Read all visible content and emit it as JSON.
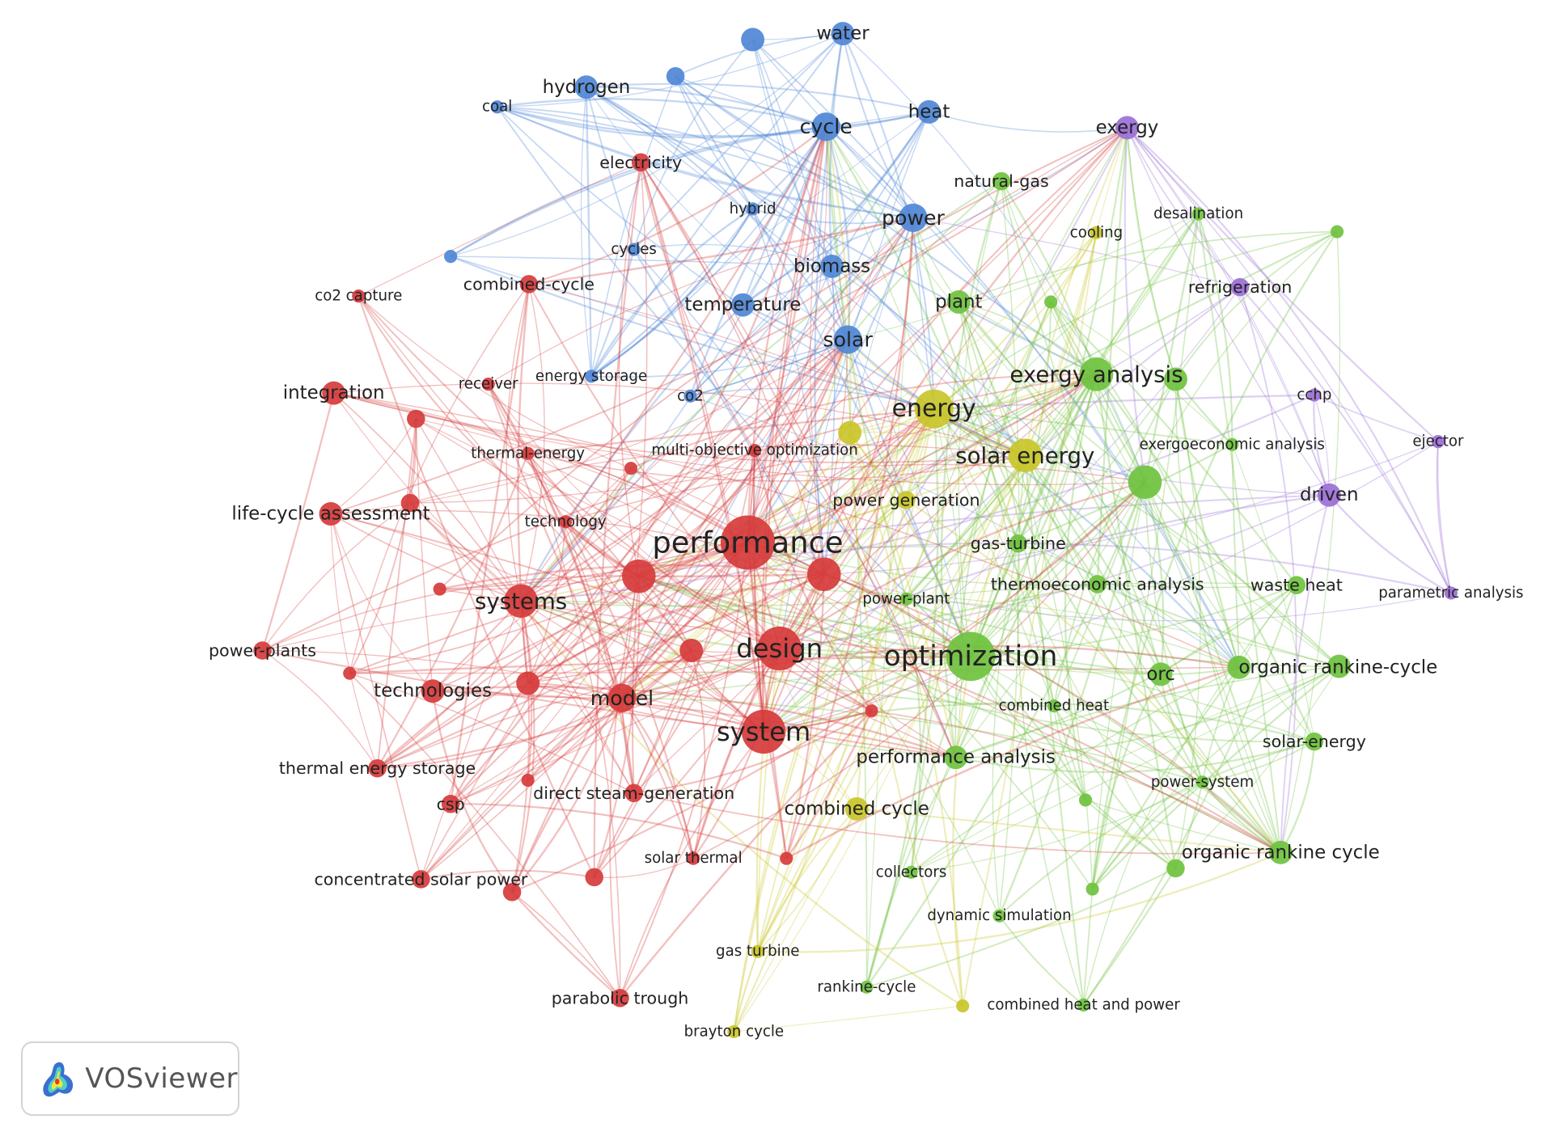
{
  "logo": {
    "text": "VOSviewer",
    "icon": "vosviewer-logo-icon"
  },
  "clusters": {
    "red": "#d63b3b",
    "green": "#6fc23f",
    "blue": "#4f87d6",
    "yellow": "#c9c62a",
    "purple": "#9b6fd6"
  },
  "keywords": [
    {
      "id": "water",
      "label": "water",
      "cluster": "blue",
      "weight": 3
    },
    {
      "id": "b_top",
      "label": "",
      "cluster": "blue",
      "weight": 3
    },
    {
      "id": "hydrogen",
      "label": "hydrogen",
      "cluster": "blue",
      "weight": 3
    },
    {
      "id": "coal",
      "label": "coal",
      "cluster": "blue",
      "weight": 1
    },
    {
      "id": "b_small1",
      "label": "",
      "cluster": "blue",
      "weight": 2
    },
    {
      "id": "cycle",
      "label": "cycle",
      "cluster": "blue",
      "weight": 4
    },
    {
      "id": "heat",
      "label": "heat",
      "cluster": "blue",
      "weight": 3
    },
    {
      "id": "hybrid",
      "label": "hybrid",
      "cluster": "blue",
      "weight": 1
    },
    {
      "id": "power",
      "label": "power",
      "cluster": "blue",
      "weight": 4
    },
    {
      "id": "cycles",
      "label": "cycles",
      "cluster": "blue",
      "weight": 1
    },
    {
      "id": "b_left",
      "label": "",
      "cluster": "blue",
      "weight": 1
    },
    {
      "id": "biomass",
      "label": "biomass",
      "cluster": "blue",
      "weight": 3
    },
    {
      "id": "temperature",
      "label": "temperature",
      "cluster": "blue",
      "weight": 3
    },
    {
      "id": "solar",
      "label": "solar",
      "cluster": "blue",
      "weight": 4
    },
    {
      "id": "energy_storage",
      "label": "energy storage",
      "cluster": "blue",
      "weight": 1
    },
    {
      "id": "co2",
      "label": "co2",
      "cluster": "blue",
      "weight": 1
    },
    {
      "id": "exergy",
      "label": "exergy",
      "cluster": "purple",
      "weight": 3
    },
    {
      "id": "refrigeration",
      "label": "refrigeration",
      "cluster": "purple",
      "weight": 2
    },
    {
      "id": "cchp",
      "label": "cchp",
      "cluster": "purple",
      "weight": 1
    },
    {
      "id": "ejector",
      "label": "ejector",
      "cluster": "purple",
      "weight": 1
    },
    {
      "id": "driven",
      "label": "driven",
      "cluster": "purple",
      "weight": 3
    },
    {
      "id": "parametric_analysis",
      "label": "parametric analysis",
      "cluster": "purple",
      "weight": 1
    },
    {
      "id": "natural_gas",
      "label": "natural-gas",
      "cluster": "green",
      "weight": 2
    },
    {
      "id": "desalination",
      "label": "desalination",
      "cluster": "green",
      "weight": 1
    },
    {
      "id": "g_farright",
      "label": "",
      "cluster": "green",
      "weight": 1
    },
    {
      "id": "plant",
      "label": "plant",
      "cluster": "green",
      "weight": 3
    },
    {
      "id": "g_small1",
      "label": "",
      "cluster": "green",
      "weight": 1
    },
    {
      "id": "exergy_analysis",
      "label": "exergy analysis",
      "cluster": "green",
      "weight": 5
    },
    {
      "id": "g_ea2",
      "label": "",
      "cluster": "green",
      "weight": 3
    },
    {
      "id": "exergoeconomic_analysis",
      "label": "exergoeconomic analysis",
      "cluster": "green",
      "weight": 1
    },
    {
      "id": "g_big",
      "label": "",
      "cluster": "green",
      "weight": 5
    },
    {
      "id": "gas_turbine_g",
      "label": "gas-turbine",
      "cluster": "green",
      "weight": 2
    },
    {
      "id": "thermoeconomic_analysis",
      "label": "thermoeconomic analysis",
      "cluster": "green",
      "weight": 2
    },
    {
      "id": "waste_heat",
      "label": "waste heat",
      "cluster": "green",
      "weight": 2
    },
    {
      "id": "optimization",
      "label": "optimization",
      "cluster": "green",
      "weight": 8
    },
    {
      "id": "orc",
      "label": "orc",
      "cluster": "green",
      "weight": 3
    },
    {
      "id": "organic_rankine_cycle_h",
      "label": "organic rankine-cycle",
      "cluster": "green",
      "weight": 3
    },
    {
      "id": "g_orc_right",
      "label": "",
      "cluster": "green",
      "weight": 3
    },
    {
      "id": "combined_heat",
      "label": "combined heat",
      "cluster": "green",
      "weight": 1
    },
    {
      "id": "performance_analysis",
      "label": "performance analysis",
      "cluster": "green",
      "weight": 3
    },
    {
      "id": "solar_energy_g",
      "label": "solar-energy",
      "cluster": "green",
      "weight": 2
    },
    {
      "id": "power_system",
      "label": "power-system",
      "cluster": "green",
      "weight": 1
    },
    {
      "id": "g_small2",
      "label": "",
      "cluster": "green",
      "weight": 1
    },
    {
      "id": "organic_rankine_cycle",
      "label": "organic rankine cycle",
      "cluster": "green",
      "weight": 3
    },
    {
      "id": "g_orc2",
      "label": "",
      "cluster": "green",
      "weight": 2
    },
    {
      "id": "g_small3",
      "label": "",
      "cluster": "green",
      "weight": 1
    },
    {
      "id": "collectors",
      "label": "collectors",
      "cluster": "green",
      "weight": 1
    },
    {
      "id": "dynamic_simulation",
      "label": "dynamic simulation",
      "cluster": "green",
      "weight": 1
    },
    {
      "id": "rankine_cycle",
      "label": "rankine-cycle",
      "cluster": "green",
      "weight": 1
    },
    {
      "id": "combined_heat_and_power_g",
      "label": "combined heat and power",
      "cluster": "green",
      "weight": 1
    },
    {
      "id": "power_plant_g",
      "label": "power-plant",
      "cluster": "green",
      "weight": 1
    },
    {
      "id": "cooling",
      "label": "cooling",
      "cluster": "yellow",
      "weight": 1
    },
    {
      "id": "energy",
      "label": "energy",
      "cluster": "yellow",
      "weight": 6
    },
    {
      "id": "solar_energy",
      "label": "solar energy",
      "cluster": "yellow",
      "weight": 5
    },
    {
      "id": "y_mid",
      "label": "",
      "cluster": "yellow",
      "weight": 3
    },
    {
      "id": "power_generation",
      "label": "power generation",
      "cluster": "yellow",
      "weight": 2
    },
    {
      "id": "combined_cycle",
      "label": "combined cycle",
      "cluster": "yellow",
      "weight": 3
    },
    {
      "id": "gas_turbine",
      "label": "gas turbine",
      "cluster": "yellow",
      "weight": 1
    },
    {
      "id": "brayton_cycle",
      "label": "brayton cycle",
      "cluster": "yellow",
      "weight": 1
    },
    {
      "id": "combined_heat_and_power",
      "label": "",
      "cluster": "yellow",
      "weight": 1
    },
    {
      "id": "electricity",
      "label": "electricity",
      "cluster": "red",
      "weight": 2
    },
    {
      "id": "combined_cycle_r",
      "label": "combined-cycle",
      "cluster": "red",
      "weight": 2
    },
    {
      "id": "co2_capture",
      "label": "co2 capture",
      "cluster": "red",
      "weight": 1
    },
    {
      "id": "integration",
      "label": "integration",
      "cluster": "red",
      "weight": 3
    },
    {
      "id": "receiver",
      "label": "receiver",
      "cluster": "red",
      "weight": 1
    },
    {
      "id": "r_int2",
      "label": "",
      "cluster": "red",
      "weight": 2
    },
    {
      "id": "thermal_energy",
      "label": "thermal-energy",
      "cluster": "red",
      "weight": 1
    },
    {
      "id": "multi_objective_optimization",
      "label": "multi-objective optimization",
      "cluster": "red",
      "weight": 1
    },
    {
      "id": "r_small_mo",
      "label": "",
      "cluster": "red",
      "weight": 1
    },
    {
      "id": "life_cycle_assessment",
      "label": "life-cycle assessment",
      "cluster": "red",
      "weight": 3
    },
    {
      "id": "r_lca2",
      "label": "",
      "cluster": "red",
      "weight": 2
    },
    {
      "id": "technology",
      "label": "technology",
      "cluster": "red",
      "weight": 1
    },
    {
      "id": "performance",
      "label": "performance",
      "cluster": "red",
      "weight": 9
    },
    {
      "id": "r_perf_l",
      "label": "",
      "cluster": "red",
      "weight": 5
    },
    {
      "id": "r_perf_r",
      "label": "",
      "cluster": "red",
      "weight": 5
    },
    {
      "id": "systems",
      "label": "systems",
      "cluster": "red",
      "weight": 5
    },
    {
      "id": "r_small_sys",
      "label": "",
      "cluster": "red",
      "weight": 1
    },
    {
      "id": "design",
      "label": "design",
      "cluster": "red",
      "weight": 7
    },
    {
      "id": "r_design_l",
      "label": "",
      "cluster": "red",
      "weight": 3
    },
    {
      "id": "power_plants",
      "label": "power-plants",
      "cluster": "red",
      "weight": 2
    },
    {
      "id": "r_pp2",
      "label": "",
      "cluster": "red",
      "weight": 1
    },
    {
      "id": "technologies",
      "label": "technologies",
      "cluster": "red",
      "weight": 3
    },
    {
      "id": "r_tech2",
      "label": "",
      "cluster": "red",
      "weight": 3
    },
    {
      "id": "model",
      "label": "model",
      "cluster": "red",
      "weight": 4
    },
    {
      "id": "r_small_opt",
      "label": "",
      "cluster": "red",
      "weight": 1
    },
    {
      "id": "system",
      "label": "system",
      "cluster": "red",
      "weight": 7
    },
    {
      "id": "thermal_energy_storage",
      "label": "thermal energy storage",
      "cluster": "red",
      "weight": 2
    },
    {
      "id": "csp",
      "label": "csp",
      "cluster": "red",
      "weight": 2
    },
    {
      "id": "r_dsg_l",
      "label": "",
      "cluster": "red",
      "weight": 1
    },
    {
      "id": "direct_steam_generation",
      "label": "direct steam-generation",
      "cluster": "red",
      "weight": 2
    },
    {
      "id": "solar_thermal",
      "label": "solar thermal",
      "cluster": "red",
      "weight": 1
    },
    {
      "id": "r_st2",
      "label": "",
      "cluster": "red",
      "weight": 1
    },
    {
      "id": "concentrated_solar_power",
      "label": "concentrated solar power",
      "cluster": "red",
      "weight": 2
    },
    {
      "id": "r_csp2",
      "label": "",
      "cluster": "red",
      "weight": 2
    },
    {
      "id": "r_csp3",
      "label": "",
      "cluster": "red",
      "weight": 2
    },
    {
      "id": "parabolic_trough",
      "label": "parabolic trough",
      "cluster": "red",
      "weight": 2
    }
  ]
}
